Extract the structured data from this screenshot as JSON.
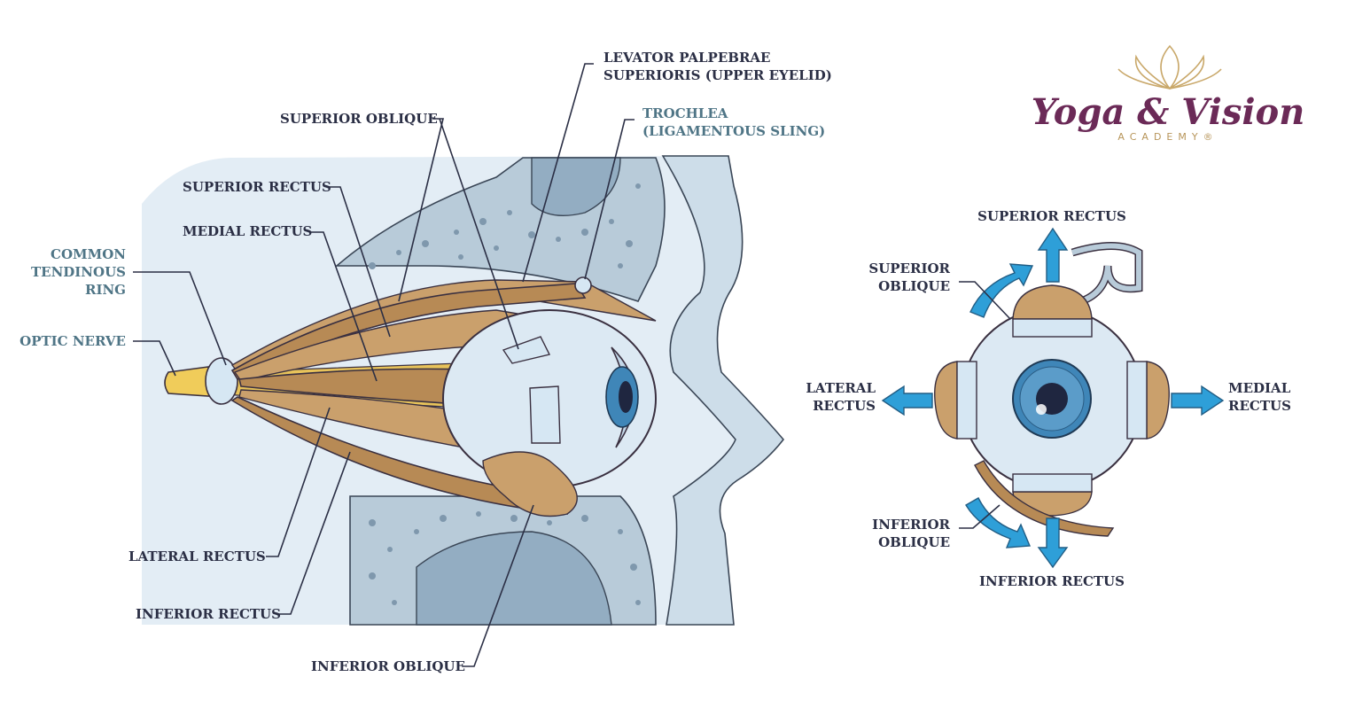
{
  "brand": {
    "name": "Yoga & Vision",
    "sub": "ACADEMY®"
  },
  "side_view": {
    "labels": {
      "levator_line1": "LEVATOR PALPEBRAE",
      "levator_line2": "SUPERIORIS (UPPER EYELID)",
      "superior_oblique": "SUPERIOR OBLIQUE",
      "trochlea_line1": "TROCHLEA",
      "trochlea_line2": "(LIGAMENTOUS SLING)",
      "superior_rectus": "SUPERIOR RECTUS",
      "medial_rectus": "MEDIAL RECTUS",
      "common_line1": "COMMON",
      "common_line2": "TENDINOUS",
      "common_line3": "RING",
      "optic_nerve": "OPTIC NERVE",
      "lateral_rectus": "LATERAL RECTUS",
      "inferior_rectus": "INFERIOR RECTUS",
      "inferior_oblique": "INFERIOR OBLIQUE"
    }
  },
  "front_view": {
    "labels": {
      "superior_rectus": "SUPERIOR RECTUS",
      "superior_oblique_line1": "SUPERIOR",
      "superior_oblique_line2": "OBLIQUE",
      "lateral_rectus_line1": "LATERAL",
      "lateral_rectus_line2": "RECTUS",
      "medial_rectus_line1": "MEDIAL",
      "medial_rectus_line2": "RECTUS",
      "inferior_oblique_line1": "INFERIOR",
      "inferior_oblique_line2": "OBLIQUE",
      "inferior_rectus": "INFERIOR RECTUS"
    }
  },
  "colors": {
    "label": "#2b2f45",
    "label_teal": "#4f7586",
    "muscle": "#b78a55",
    "arrow": "#2e9fd8",
    "bone": "#b8cbd9",
    "iris": "#3f86b8",
    "brand": "#6b2a57",
    "brand_gold": "#b7955a"
  }
}
